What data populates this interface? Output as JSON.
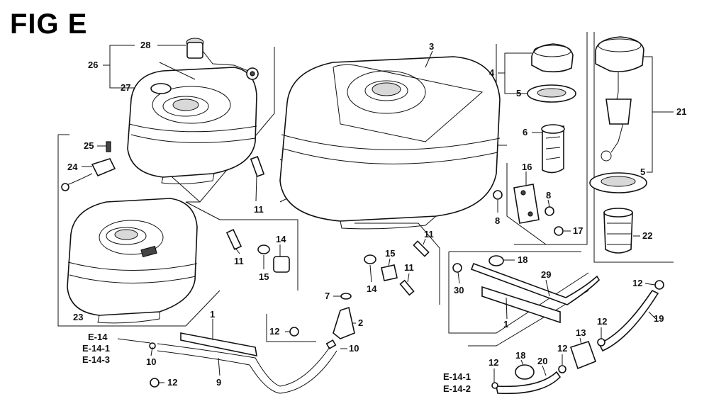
{
  "figure": {
    "title": "FIG E"
  },
  "callouts": [
    {
      "id": "c28",
      "label": "28"
    },
    {
      "id": "c26",
      "label": "26"
    },
    {
      "id": "c27",
      "label": "27"
    },
    {
      "id": "c3",
      "label": "3"
    },
    {
      "id": "c4",
      "label": "4"
    },
    {
      "id": "c5a",
      "label": "5"
    },
    {
      "id": "c6",
      "label": "6"
    },
    {
      "id": "c21",
      "label": "21"
    },
    {
      "id": "c5b",
      "label": "5"
    },
    {
      "id": "c22",
      "label": "22"
    },
    {
      "id": "c16",
      "label": "16"
    },
    {
      "id": "c8a",
      "label": "8"
    },
    {
      "id": "c8b",
      "label": "8"
    },
    {
      "id": "c17",
      "label": "17"
    },
    {
      "id": "c25",
      "label": "25"
    },
    {
      "id": "c24",
      "label": "24"
    },
    {
      "id": "c23",
      "label": "23"
    },
    {
      "id": "c11a",
      "label": "11"
    },
    {
      "id": "c11b",
      "label": "11"
    },
    {
      "id": "c14a",
      "label": "14"
    },
    {
      "id": "c15a",
      "label": "15"
    },
    {
      "id": "c11c",
      "label": "11"
    },
    {
      "id": "c15b",
      "label": "15"
    },
    {
      "id": "c11d",
      "label": "11"
    },
    {
      "id": "c14b",
      "label": "14"
    },
    {
      "id": "c7",
      "label": "7"
    },
    {
      "id": "c2",
      "label": "2"
    },
    {
      "id": "c12a",
      "label": "12"
    },
    {
      "id": "c1a",
      "label": "1"
    },
    {
      "id": "c10a",
      "label": "10"
    },
    {
      "id": "c10b",
      "label": "10"
    },
    {
      "id": "c9",
      "label": "9"
    },
    {
      "id": "c12b",
      "label": "12"
    },
    {
      "id": "c18a",
      "label": "18"
    },
    {
      "id": "c29",
      "label": "29"
    },
    {
      "id": "c30",
      "label": "30"
    },
    {
      "id": "c1b",
      "label": "1"
    },
    {
      "id": "c12c",
      "label": "12"
    },
    {
      "id": "c19",
      "label": "19"
    },
    {
      "id": "c13",
      "label": "13"
    },
    {
      "id": "c12d",
      "label": "12"
    },
    {
      "id": "c12e",
      "label": "12"
    },
    {
      "id": "c12f",
      "label": "12"
    },
    {
      "id": "c18b",
      "label": "18"
    },
    {
      "id": "c20",
      "label": "20"
    }
  ],
  "references": [
    {
      "id": "r1",
      "label": "E-14"
    },
    {
      "id": "r2",
      "label": "E-14-1"
    },
    {
      "id": "r3",
      "label": "E-14-3"
    },
    {
      "id": "r4",
      "label": "E-14-1"
    },
    {
      "id": "r5",
      "label": "E-14-2"
    }
  ]
}
